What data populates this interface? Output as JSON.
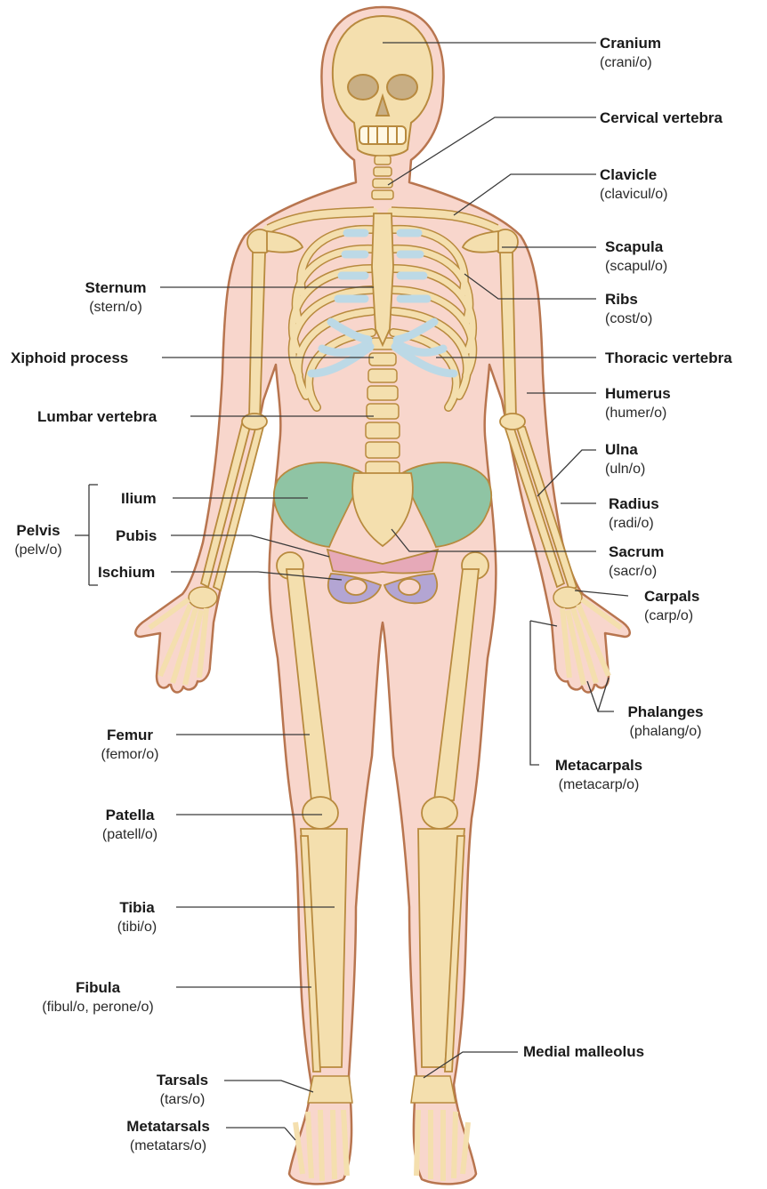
{
  "colors": {
    "bone": "#f4dfae",
    "bone_outline": "#b88a3e",
    "skin": "#f8d6cc",
    "skin_outline": "#b8754f",
    "cartilage": "#bcd9e6",
    "ilium": "#8fc4a4",
    "pubis": "#e6a9b8",
    "ischium": "#b3a5d3",
    "leader": "#3a3a3a"
  },
  "labels": {
    "cranium": {
      "term": "Cranium",
      "root": "(crani/o)"
    },
    "cervical_vertebra": {
      "term": "Cervical vertebra"
    },
    "clavicle": {
      "term": "Clavicle",
      "root": "(clavicul/o)"
    },
    "scapula": {
      "term": "Scapula",
      "root": "(scapul/o)"
    },
    "ribs": {
      "term": "Ribs",
      "root": "(cost/o)"
    },
    "thoracic_vertebra": {
      "term": "Thoracic vertebra"
    },
    "humerus": {
      "term": "Humerus",
      "root": "(humer/o)"
    },
    "ulna": {
      "term": "Ulna",
      "root": "(uln/o)"
    },
    "radius": {
      "term": "Radius",
      "root": "(radi/o)"
    },
    "sacrum": {
      "term": "Sacrum",
      "root": "(sacr/o)"
    },
    "carpals": {
      "term": "Carpals",
      "root": "(carp/o)"
    },
    "phalanges": {
      "term": "Phalanges",
      "root": "(phalang/o)"
    },
    "metacarpals": {
      "term": "Metacarpals",
      "root": "(metacarp/o)"
    },
    "medial_malleolus": {
      "term": "Medial malleolus"
    },
    "sternum": {
      "term": "Sternum",
      "root": "(stern/o)"
    },
    "xiphoid_process": {
      "term": "Xiphoid process"
    },
    "lumbar_vertebra": {
      "term": "Lumbar vertebra"
    },
    "ilium": {
      "term": "Ilium"
    },
    "pubis": {
      "term": "Pubis"
    },
    "ischium": {
      "term": "Ischium"
    },
    "pelvis": {
      "term": "Pelvis",
      "root": "(pelv/o)"
    },
    "femur": {
      "term": "Femur",
      "root": "(femor/o)"
    },
    "patella": {
      "term": "Patella",
      "root": "(patell/o)"
    },
    "tibia": {
      "term": "Tibia",
      "root": "(tibi/o)"
    },
    "fibula": {
      "term": "Fibula",
      "root": "(fibul/o, perone/o)"
    },
    "tarsals": {
      "term": "Tarsals",
      "root": "(tars/o)"
    },
    "metatarsals": {
      "term": "Metatarsals",
      "root": "(metatars/o)"
    }
  }
}
